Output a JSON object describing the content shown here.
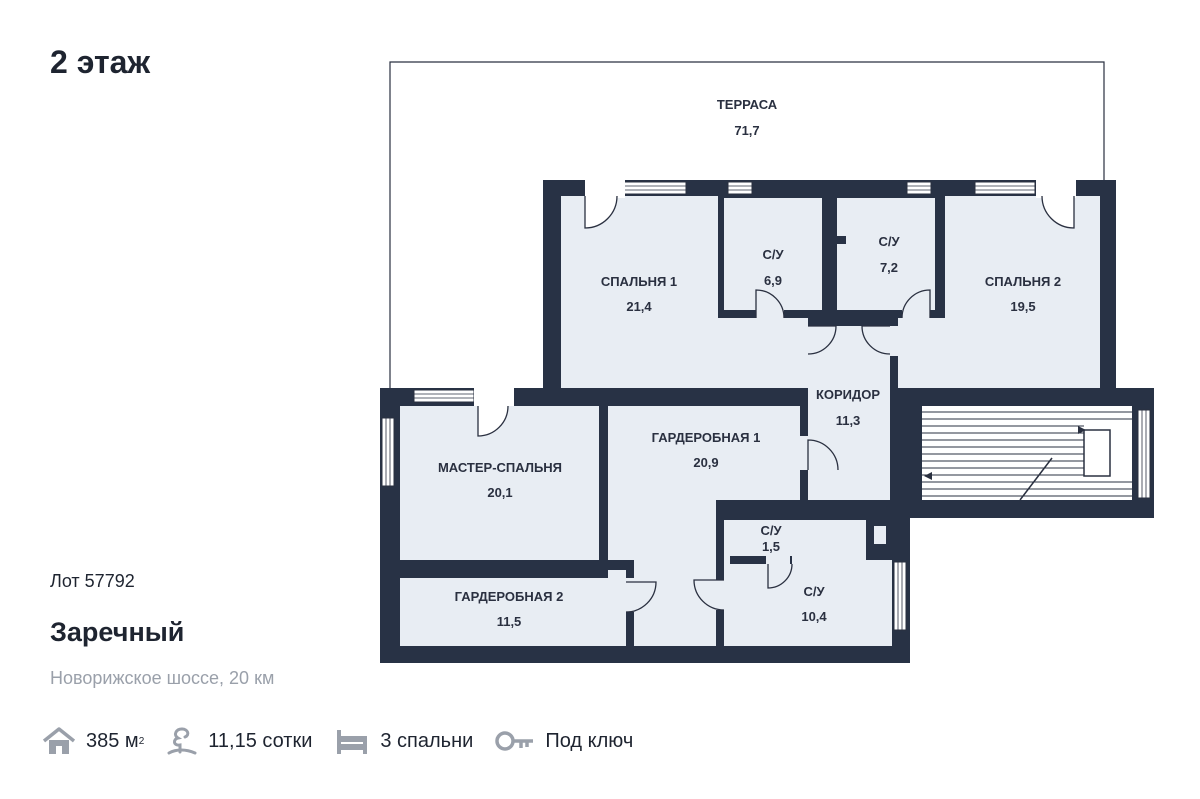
{
  "floor_title": "2 этаж",
  "lot": "Лот 57792",
  "village": "Заречный",
  "road": "Новорижское шоссе, 20 км",
  "colors": {
    "wall": "#283245",
    "room_fill": "#e8edf3",
    "text": "#1e2430",
    "muted": "#9aa0aa"
  },
  "stats": [
    {
      "icon": "house-icon",
      "value": "385 м",
      "sup": "2"
    },
    {
      "icon": "land-plot-icon",
      "value": "11,15 сотки",
      "sup": ""
    },
    {
      "icon": "bed-icon",
      "value": "3 спальни",
      "sup": ""
    },
    {
      "icon": "key-icon",
      "value": "Под ключ",
      "sup": ""
    }
  ],
  "rooms": {
    "terrace": {
      "name": "ТЕРРАСА",
      "area": "71,7"
    },
    "bedroom1": {
      "name": "СПАЛЬНЯ 1",
      "area": "21,4"
    },
    "wc1": {
      "name": "С/У",
      "area": "6,9"
    },
    "wc2": {
      "name": "С/У",
      "area": "7,2"
    },
    "bedroom2": {
      "name": "СПАЛЬНЯ 2",
      "area": "19,5"
    },
    "corridor": {
      "name": "КОРИДОР",
      "area": "11,3"
    },
    "master": {
      "name": "МАСТЕР-СПАЛЬНЯ",
      "area": "20,1"
    },
    "wardrobe1": {
      "name": "ГАРДЕРОБНАЯ 1",
      "area": "20,9"
    },
    "wc3": {
      "name": "С/У",
      "area": "1,5"
    },
    "wc4": {
      "name": "С/У",
      "area": "10,4"
    },
    "wardrobe2": {
      "name": "ГАРДЕРОБНАЯ 2",
      "area": "11,5"
    }
  }
}
